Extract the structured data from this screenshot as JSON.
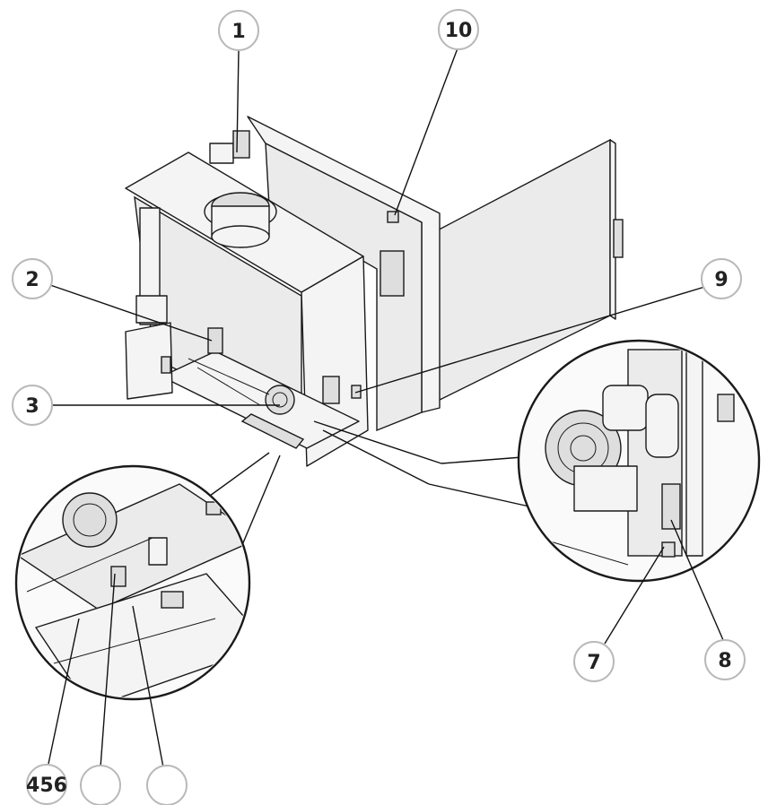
{
  "callouts": [
    {
      "id": "c1",
      "label": "1"
    },
    {
      "id": "c10",
      "label": "10"
    },
    {
      "id": "c2",
      "label": "2"
    },
    {
      "id": "c9",
      "label": "9"
    },
    {
      "id": "c3",
      "label": "3"
    },
    {
      "id": "c7",
      "label": "7"
    },
    {
      "id": "c8",
      "label": "8"
    },
    {
      "id": "c456",
      "label": "456"
    },
    {
      "id": "c5",
      "label": ""
    },
    {
      "id": "c6",
      "label": ""
    }
  ]
}
